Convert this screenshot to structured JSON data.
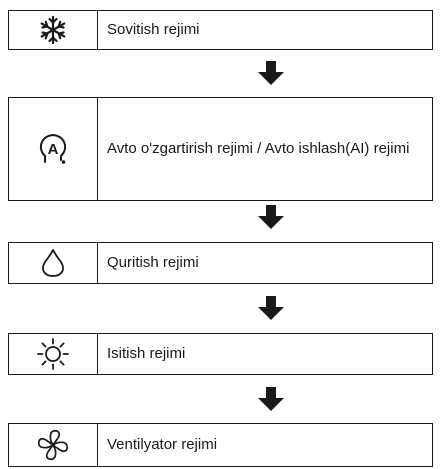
{
  "modes": [
    {
      "icon": "snowflake-icon",
      "label": "Sovitish rejimi"
    },
    {
      "icon": "auto-mode-icon",
      "icon_text": "A",
      "label": "Avto o'zgartirish rejimi / Avto ishlash(AI) rejimi"
    },
    {
      "icon": "water-drop-icon",
      "label": "Quritish rejimi"
    },
    {
      "icon": "sun-icon",
      "label": "Isitish rejimi"
    },
    {
      "icon": "fan-icon",
      "label": "Ventilyator rejimi"
    }
  ],
  "arrow_icon": "arrow-down-icon",
  "colors": {
    "line": "#1a1a1a",
    "background": "#ffffff"
  }
}
